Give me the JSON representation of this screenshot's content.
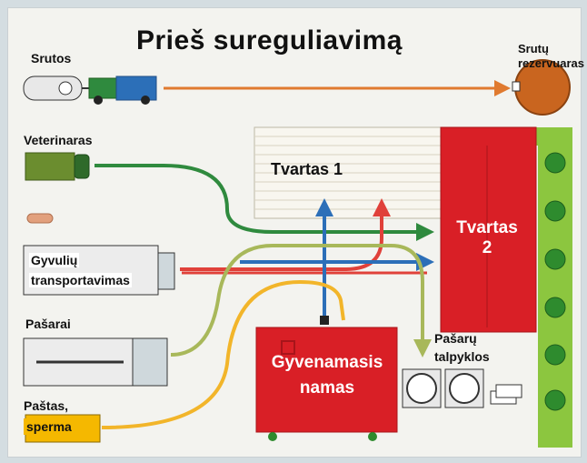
{
  "title": "Prieš sureguliavimą",
  "labels": {
    "srutos": "Srutos",
    "srutu_rezervuaras_1": "Srutų",
    "srutu_rezervuaras_2": "rezervuaras",
    "veterinaras": "Veterinaras",
    "gyvuliu_1": "Gyvulių",
    "gyvuliu_2": "transportavimas",
    "pasarai": "Pašarai",
    "pastas_1": "Paštas,",
    "pastas_2": "sperma",
    "tvartas1": "Tvartas 1",
    "tvartas2_1": "Tvartas",
    "tvartas2_2": "2",
    "gyvenamasis_1": "Gyvenamasis",
    "gyvenamasis_2": "namas",
    "pasaru_1": "Pašarų",
    "pasaru_2": "talpyklos"
  },
  "colors": {
    "background": "#f3f3ef",
    "frame": "#d4dde1",
    "barn_red": "#d91f26",
    "field_green": "#8cc63f",
    "tree_green": "#2e8b2e",
    "arrow_orange": "#e07a2f",
    "arrow_green": "#2f8a3e",
    "arrow_red": "#e0413a",
    "arrow_blue": "#2c6fb8",
    "arrow_yellow": "#f2b52a",
    "arrow_olive": "#a8b85a"
  },
  "icons": [
    "manure-tanker-icon",
    "vet-van-icon",
    "pill-icon",
    "livestock-truck-icon",
    "feed-truck-icon",
    "mail-van-icon",
    "slurry-tank-icon",
    "feed-silo-icon",
    "tree-icon"
  ]
}
